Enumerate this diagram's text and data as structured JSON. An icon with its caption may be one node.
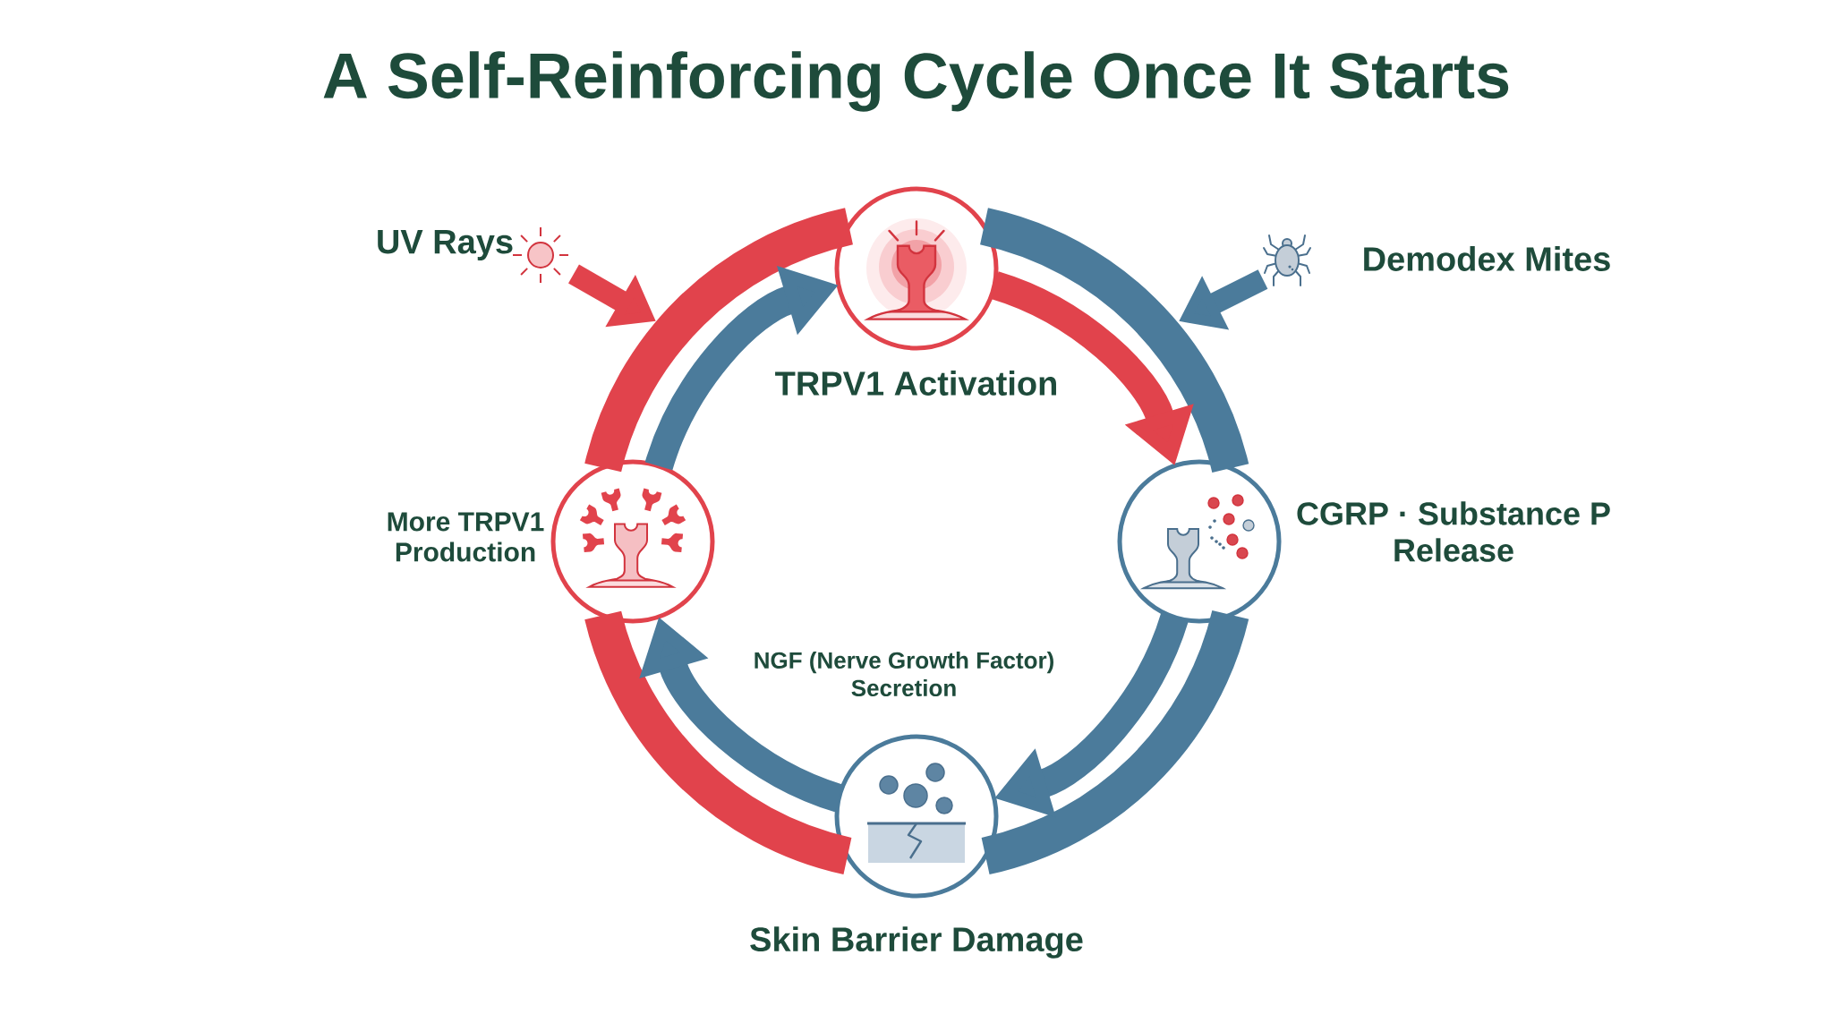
{
  "diagram": {
    "title": "A Self-Reinforcing Cycle Once It Starts",
    "nodes": [
      {
        "text": [
          "UV Rays"
        ]
      },
      {
        "text": [
          "TRPV1 Activation"
        ]
      },
      {
        "text": [
          "Demodex Mites"
        ]
      },
      {
        "text": [
          "More TRPV1 Production"
        ]
      },
      {
        "text": [
          "CGRP · Substance P Release"
        ]
      },
      {
        "text": [
          "Skin Barrier Damage"
        ]
      }
    ],
    "edges": [
      {
        "from": 0,
        "to": null,
        "arrow": "to",
        "color": "#e1434c"
      },
      {
        "from": 2,
        "to": null,
        "arrow": "to"
      },
      {
        "from": 5,
        "to": 3,
        "arrow": "none",
        "color": "#e1434c"
      },
      {
        "from": 3,
        "to": 1,
        "arrow": "none",
        "color": "#e1434c"
      },
      {
        "from": 1,
        "to": 4,
        "arrow": "none"
      },
      {
        "from": 4,
        "to": 5,
        "arrow": "none"
      },
      {
        "from": 3,
        "to": 1,
        "arrow": "to"
      },
      {
        "from": 1,
        "to": 4,
        "arrow": "to",
        "color": "#e1434c"
      },
      {
        "from": 4,
        "to": 5,
        "arrow": "to"
      },
      {
        "from": 5,
        "to": 3,
        "arrow": "to",
        "label": "NGF (Nerve Growth Factor) Secretion"
      }
    ]
  }
}
